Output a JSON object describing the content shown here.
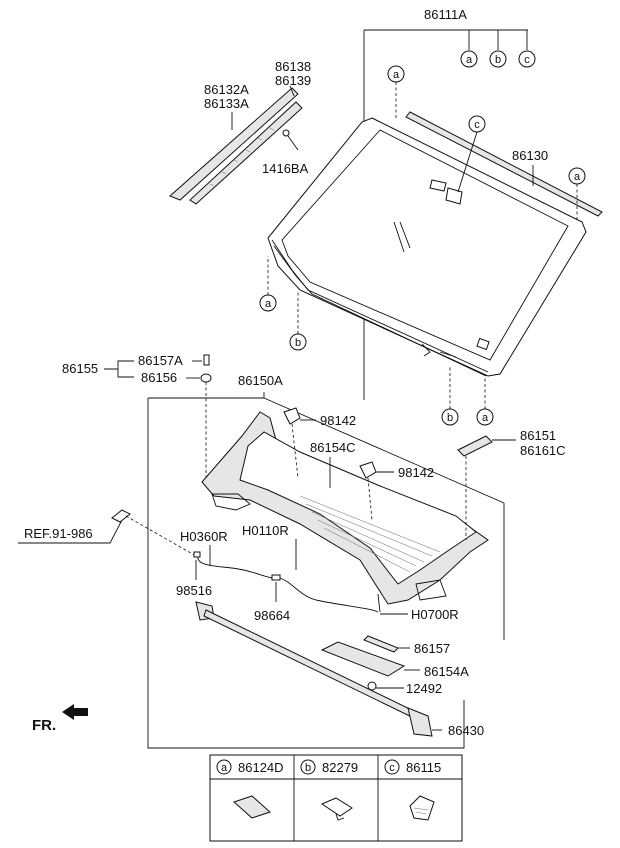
{
  "labels": {
    "windshield_assy": "86111A",
    "molding_side_upper": "86138",
    "molding_side_lower": "86139",
    "molding_side_a": "86132A",
    "molding_side_b": "86133A",
    "clip": "1416BA",
    "molding_top": "86130",
    "grommet_upper": "86157A",
    "grommet_lower": "86156",
    "grommet_group": "86155",
    "cowl_assy": "86150A",
    "nozzle_upper": "98142",
    "cowl_panel": "86154C",
    "nozzle_lower": "98142",
    "bracket_upper": "86151",
    "bracket_lower": "86161C",
    "ref": "REF.91-986",
    "hose_a": "H0360R",
    "hose_b": "H0110R",
    "connector_a": "98516",
    "connector_b": "98664",
    "hose_c": "H0700R",
    "seal": "86157",
    "cover": "86154A",
    "screw": "12492",
    "weatherstrip": "86430",
    "front": "FR."
  },
  "callouts": {
    "a": "a",
    "b": "b",
    "c": "c"
  },
  "legend": {
    "items": [
      {
        "key": "a",
        "part": "86124D"
      },
      {
        "key": "b",
        "part": "82279"
      },
      {
        "key": "c",
        "part": "86115"
      }
    ]
  }
}
